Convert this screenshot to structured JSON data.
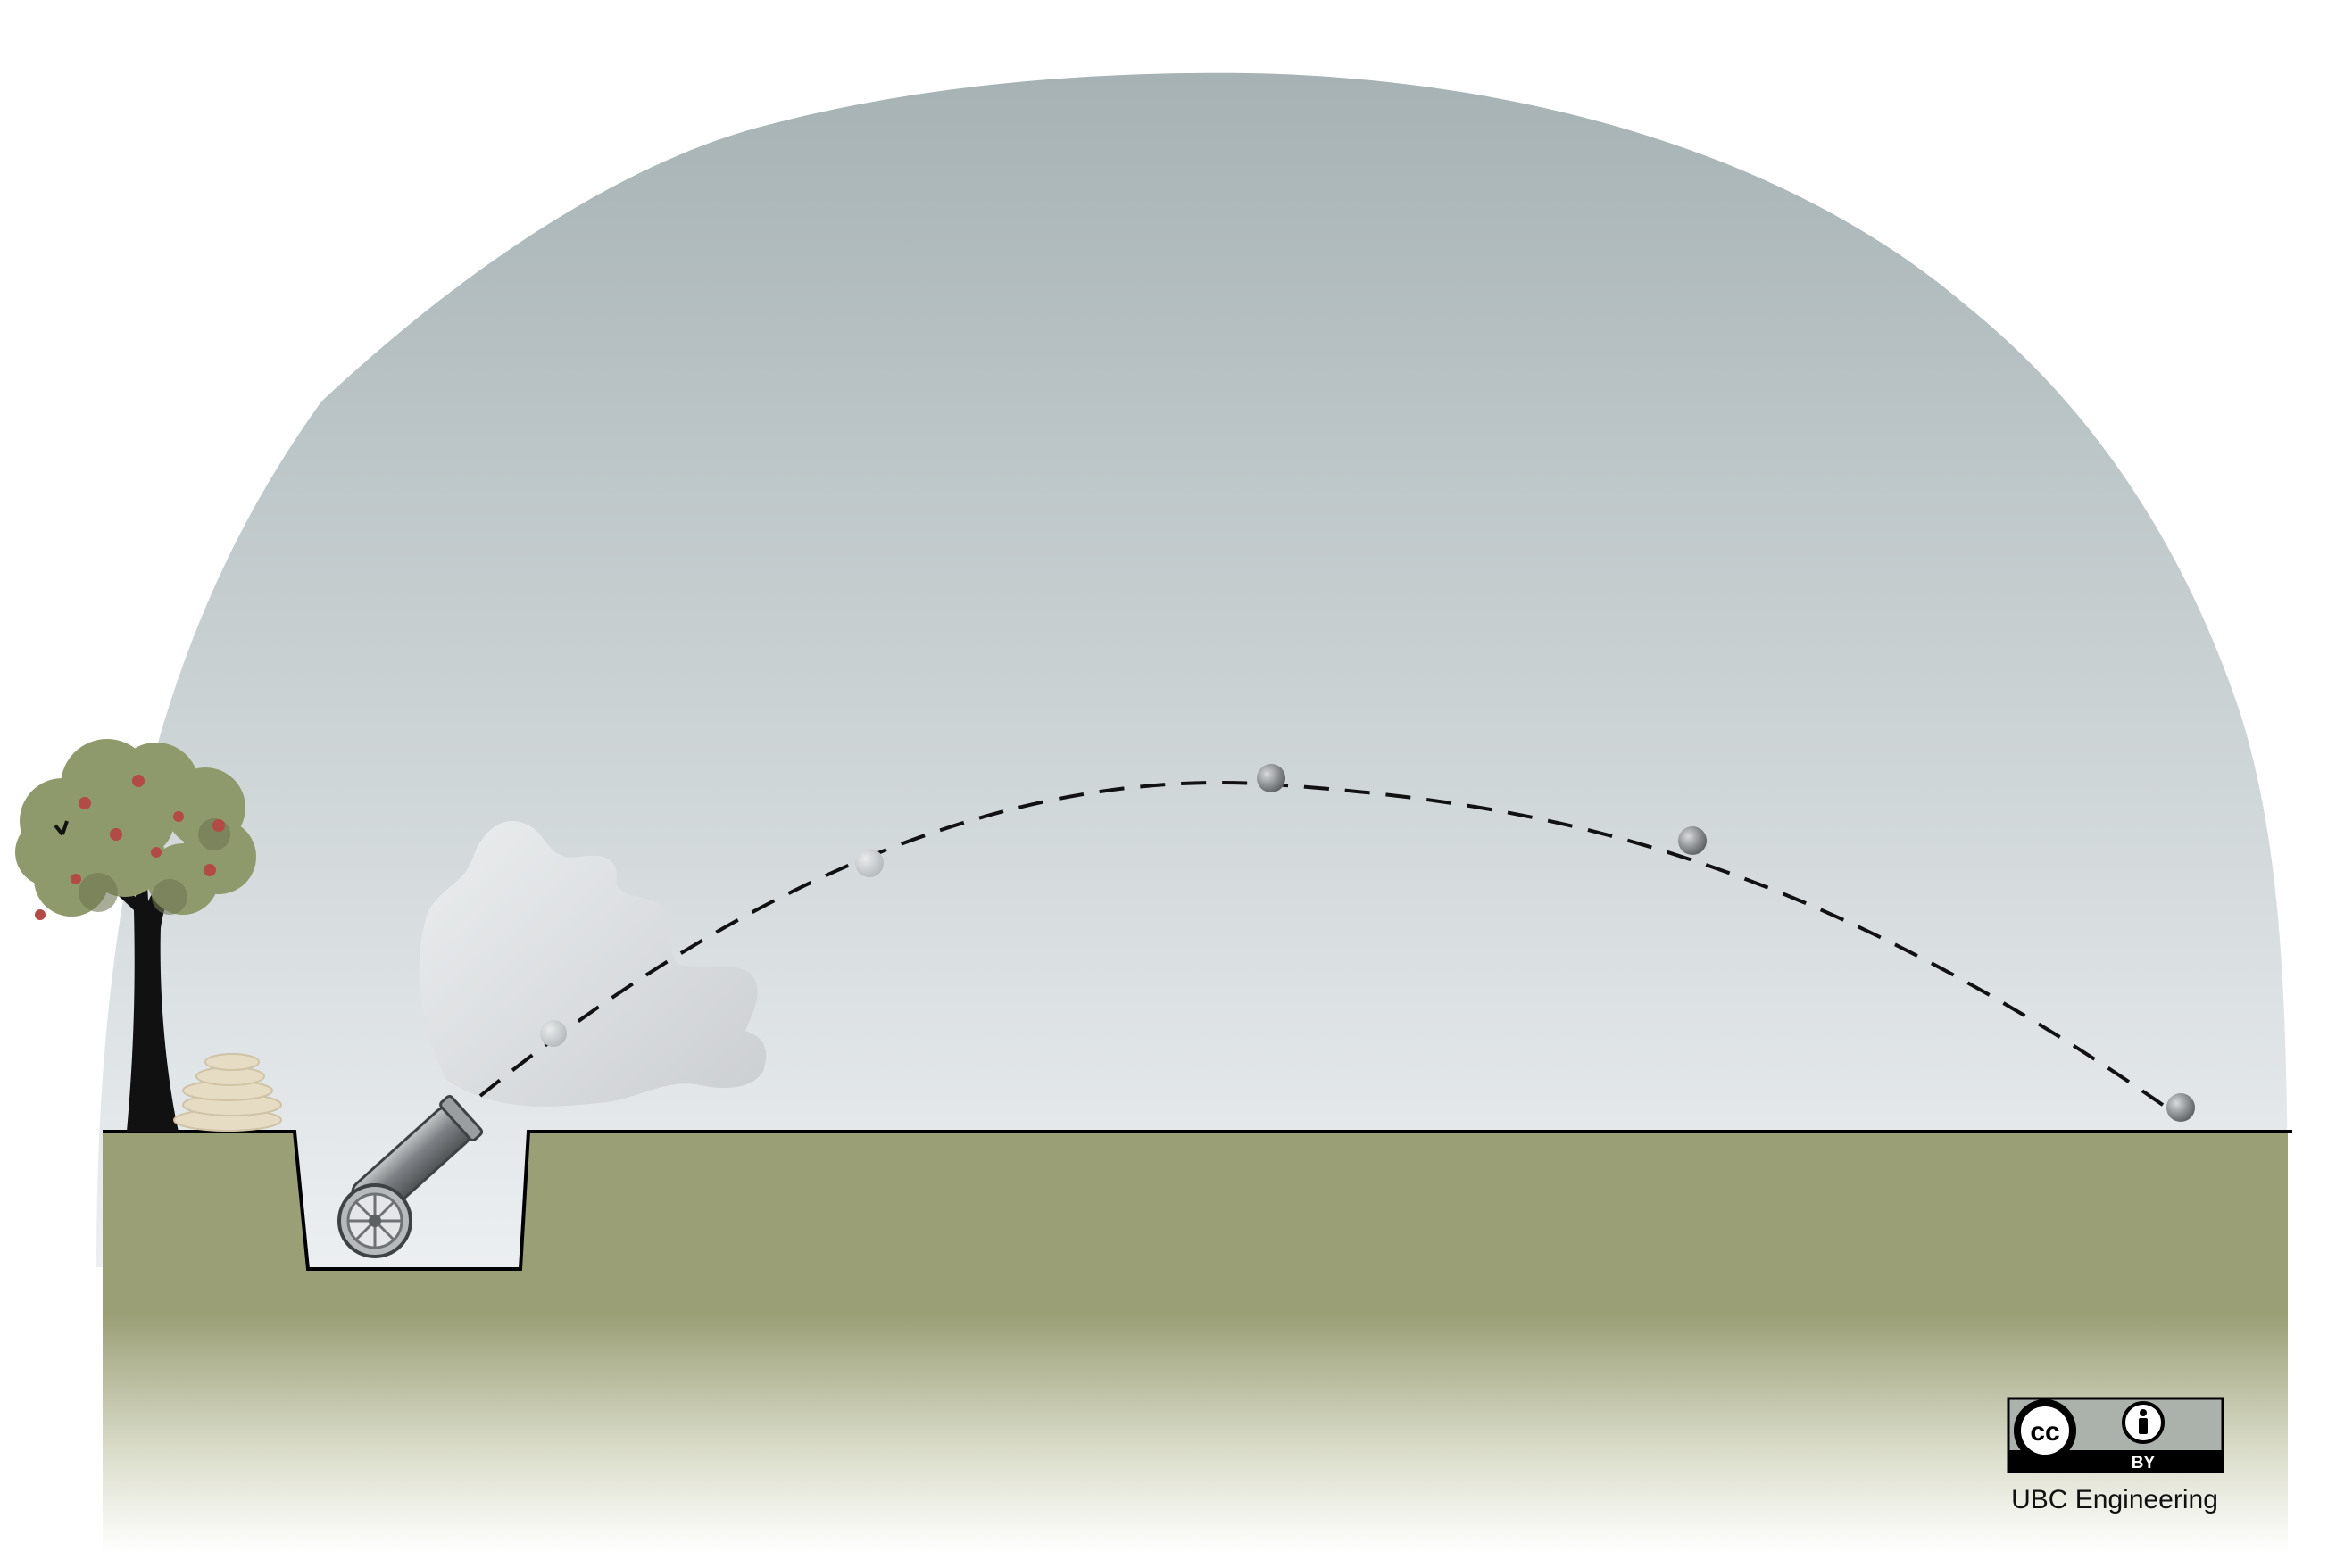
{
  "license": {
    "badge_cc": "cc",
    "badge_by": "BY",
    "credit": "UBC Engineering"
  },
  "colors": {
    "sky_top": "#a6b2b4",
    "sky_bottom": "#eceff1",
    "ground": "#9a9f76",
    "foliage": "#8f9a6c",
    "apple": "#b24a45",
    "trunk": "#111111",
    "sandbags": "#e6dcc4",
    "cannon": "#7e8285",
    "smoke": "#d6d8da"
  },
  "trajectory": {
    "cannonballs": 5
  },
  "icons": [
    "tree-icon",
    "sandbag-icon",
    "cannon-icon",
    "smoke-cloud-icon",
    "cannonball-icon",
    "cc-icon",
    "person-icon"
  ]
}
